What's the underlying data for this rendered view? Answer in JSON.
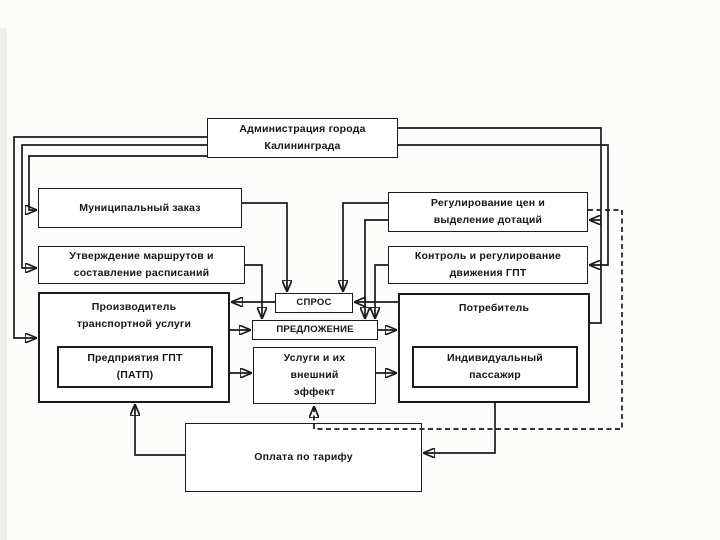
{
  "nodes": {
    "admin": {
      "lines": [
        "Администрация города",
        "Калининграда"
      ]
    },
    "municipal": {
      "lines": [
        "Муниципальный заказ"
      ]
    },
    "routes": {
      "lines": [
        "Утверждение маршрутов и",
        "составление расписаний"
      ]
    },
    "price_reg": {
      "lines": [
        "Регулирование цен и",
        "выделение дотаций"
      ]
    },
    "traffic_control": {
      "lines": [
        "Контроль и регулирование",
        "движения ГПТ"
      ]
    },
    "producer": {
      "lines": [
        "Производитель",
        "транспортной услуги"
      ]
    },
    "producer_inner": {
      "lines": [
        "Предприятия ГПТ",
        "(ПАТП)"
      ]
    },
    "demand": {
      "lines": [
        "СПРОС"
      ]
    },
    "supply": {
      "lines": [
        "ПРЕДЛОЖЕНИЕ"
      ]
    },
    "services": {
      "lines": [
        "Услуги и их",
        "внешний",
        "эффект"
      ]
    },
    "consumer": {
      "lines": [
        "Потребитель"
      ]
    },
    "consumer_inner": {
      "lines": [
        "Индивидуальный",
        "пассажир"
      ]
    },
    "payment": {
      "lines": [
        "Оплата по тарифу"
      ]
    }
  },
  "colors": {
    "line": "#1a1a1a",
    "box_border": "#1c1c1c",
    "text": "#161616",
    "background": "#fcfcfa"
  }
}
